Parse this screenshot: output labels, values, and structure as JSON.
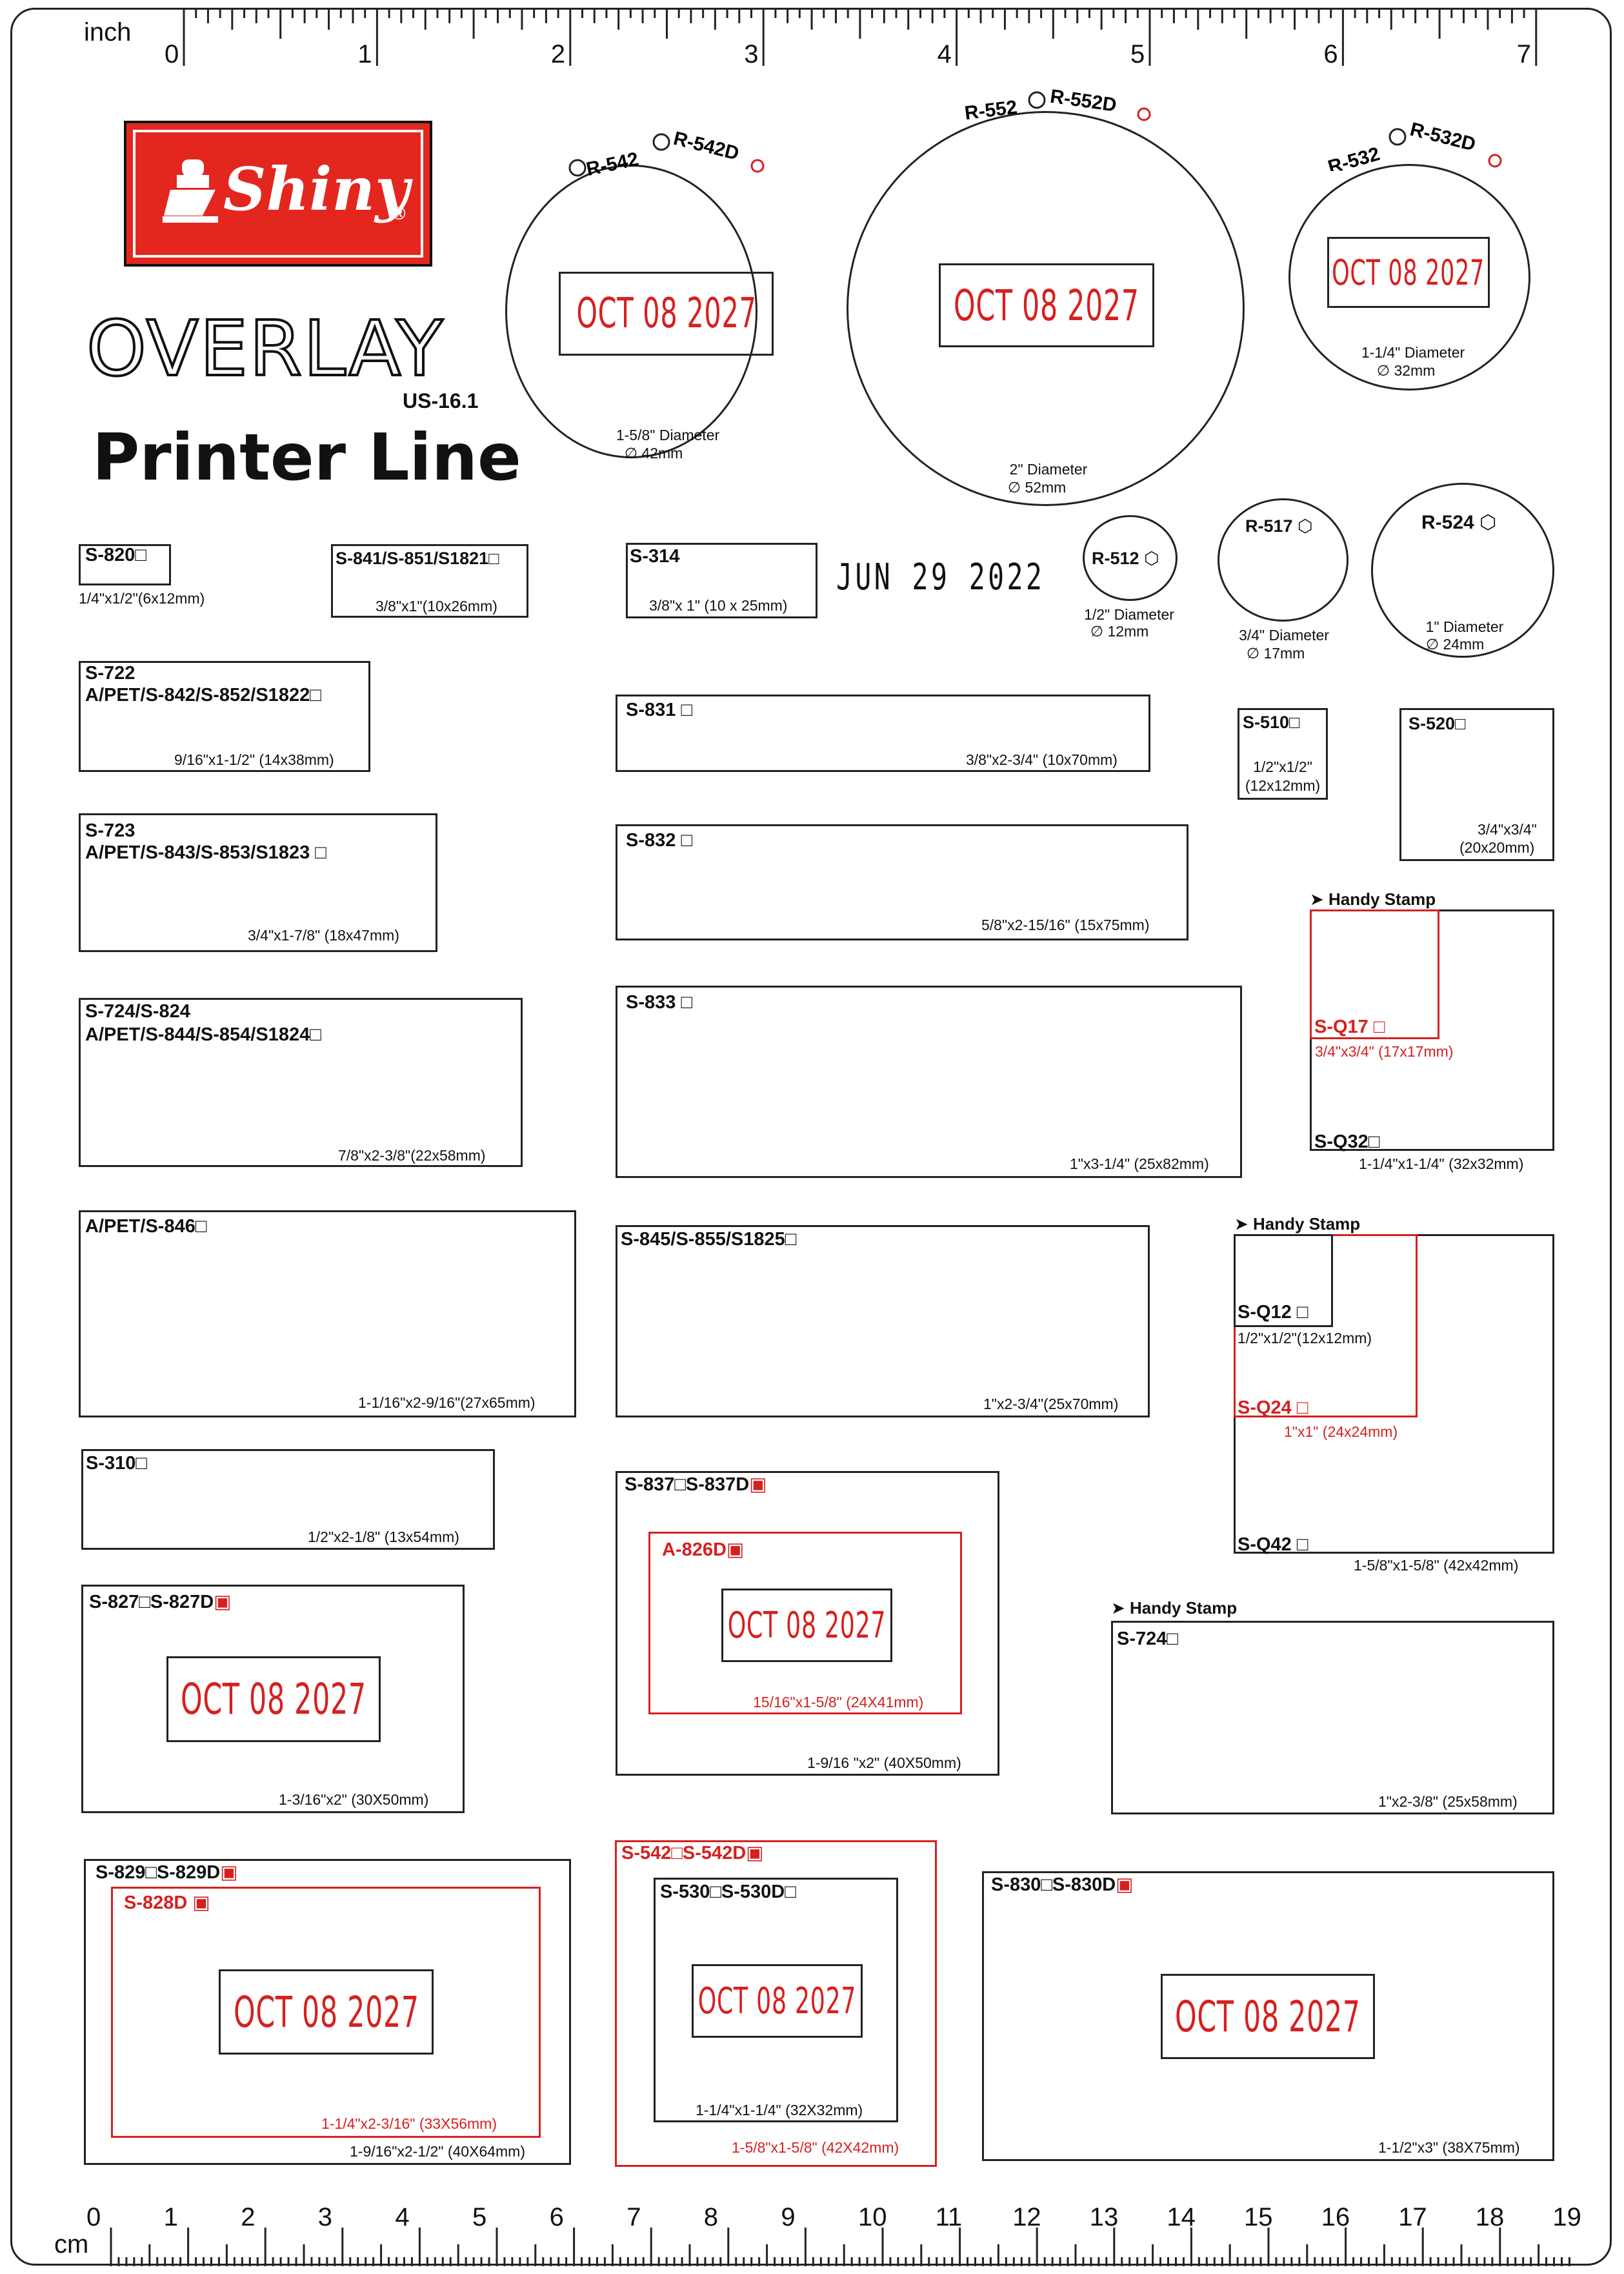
{
  "ruler_top": {
    "unit": "inch",
    "labels": [
      "0",
      "1",
      "2",
      "3",
      "4",
      "5",
      "6",
      "7"
    ]
  },
  "ruler_bottom": {
    "unit": "cm",
    "labels": [
      "0",
      "1",
      "2",
      "3",
      "4",
      "5",
      "6",
      "7",
      "8",
      "9",
      "10",
      "11",
      "12",
      "13",
      "14",
      "15",
      "16",
      "17",
      "18",
      "19"
    ]
  },
  "brand": {
    "logo_text": "Shiny",
    "title": "OVERLAY",
    "code": "US-16.1",
    "subtitle": "Printer Line"
  },
  "date_text": "OCT 08 2027",
  "sample_date": "JUN 29 2022",
  "handy_stamp": "Handy Stamp",
  "circles": [
    {
      "model": "R-542",
      "model2": "R-542D",
      "dia": "1-5/8\" Diameter",
      "mm": "42mm"
    },
    {
      "model": "R-552",
      "model2": "R-552D",
      "dia": "2\" Diameter",
      "mm": "52mm"
    },
    {
      "model": "R-532",
      "model2": "R-532D",
      "dia": "1-1/4\" Diameter",
      "mm": "32mm"
    },
    {
      "model": "R-512",
      "dia": "1/2\" Diameter",
      "mm": "12mm"
    },
    {
      "model": "R-517",
      "dia": "3/4\" Diameter",
      "mm": "17mm"
    },
    {
      "model": "R-524",
      "dia": "1\" Diameter",
      "mm": "24mm"
    }
  ],
  "boxes": {
    "s820": {
      "label": "S-820",
      "size": "1/4\"x1/2\"(6x12mm)"
    },
    "s841": {
      "label": "S-841/S-851/S1821",
      "size": "3/8\"x1\"(10x26mm)"
    },
    "s314": {
      "label": "S-314",
      "size": "3/8\"x 1\" (10 x 25mm)"
    },
    "s722": {
      "label1": "S-722",
      "label2": "A/PET/S-842/S-852/S1822",
      "size": "9/16\"x1-1/2\" (14x38mm)"
    },
    "s831": {
      "label": "S-831",
      "size": "3/8\"x2-3/4\" (10x70mm)"
    },
    "s510": {
      "label": "S-510",
      "size1": "1/2\"x1/2\"",
      "size2": "(12x12mm)"
    },
    "s520": {
      "label": "S-520",
      "size1": "3/4\"x3/4\"",
      "size2": "(20x20mm)"
    },
    "s723": {
      "label1": "S-723",
      "label2": "A/PET/S-843/S-853/S1823",
      "size": "3/4\"x1-7/8\" (18x47mm)"
    },
    "s832": {
      "label": "S-832",
      "size": "5/8\"x2-15/16\" (15x75mm)"
    },
    "sq17": {
      "label": "S-Q17",
      "size": "3/4\"x3/4\" (17x17mm)"
    },
    "sq32": {
      "label": "S-Q32",
      "size": "1-1/4\"x1-1/4\" (32x32mm)"
    },
    "s724": {
      "label1": "S-724/S-824",
      "label2": "A/PET/S-844/S-854/S1824",
      "size": "7/8\"x2-3/8\"(22x58mm)"
    },
    "s833": {
      "label": "S-833",
      "size": "1\"x3-1/4\" (25x82mm)"
    },
    "s846": {
      "label": "A/PET/S-846",
      "size": "1-1/16\"x2-9/16\"(27x65mm)"
    },
    "s845": {
      "label": "S-845/S-855/S1825",
      "size": "1\"x2-3/4\"(25x70mm)"
    },
    "sq12": {
      "label": "S-Q12",
      "size": "1/2\"x1/2\"(12x12mm)"
    },
    "sq24": {
      "label": "S-Q24",
      "size": "1\"x1\" (24x24mm)"
    },
    "sq42": {
      "label": "S-Q42",
      "size": "1-5/8\"x1-5/8\" (42x42mm)"
    },
    "s310": {
      "label": "S-310",
      "size": "1/2\"x2-1/8\" (13x54mm)"
    },
    "s837": {
      "label": "S-837",
      "label2": "S-837D",
      "size": "1-9/16 \"x2\" (40X50mm)"
    },
    "a826": {
      "label": "A-826D",
      "size": "15/16\"x1-5/8\" (24X41mm)"
    },
    "s827": {
      "label": "S-827",
      "label2": "S-827D",
      "size": "1-3/16\"x2\" (30X50mm)"
    },
    "h724": {
      "label": "S-724",
      "size": "1\"x2-3/8\" (25x58mm)"
    },
    "s829": {
      "label": "S-829",
      "label2": "S-829D",
      "size": "1-9/16\"x2-1/2\" (40X64mm)"
    },
    "s828": {
      "label": "S-828D",
      "size": "1-1/4\"x2-3/16\" (33X56mm)"
    },
    "s542": {
      "label": "S-542",
      "label2": "S-542D",
      "size": "1-5/8\"x1-5/8\" (42X42mm)"
    },
    "s530": {
      "label": "S-530",
      "label2": "S-530D",
      "size": "1-1/4\"x1-1/4\" (32X32mm)"
    },
    "s830": {
      "label": "S-830",
      "label2": "S-830D",
      "size": "1-1/2\"x3\" (38X75mm)"
    }
  },
  "colors": {
    "accent": "#d62020",
    "ink": "#222222"
  }
}
